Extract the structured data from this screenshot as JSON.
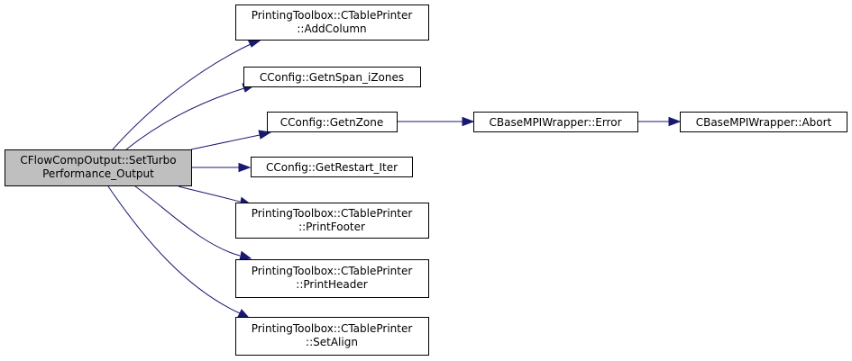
{
  "colors": {
    "root_fill": "#bfbfbf",
    "node_fill": "#ffffff",
    "border": "#000000",
    "edge": "#191970"
  },
  "nodes": {
    "root": {
      "line1": "CFlowCompOutput::SetTurbo",
      "line2": "Performance_Output"
    },
    "add_column": {
      "line1": "PrintingToolbox::CTablePrinter",
      "line2": "::AddColumn"
    },
    "get_nspan": {
      "line1": "CConfig::GetnSpan_iZones"
    },
    "get_nzone": {
      "line1": "CConfig::GetnZone"
    },
    "mpi_error": {
      "line1": "CBaseMPIWrapper::Error"
    },
    "mpi_abort": {
      "line1": "CBaseMPIWrapper::Abort"
    },
    "get_restart": {
      "line1": "CConfig::GetRestart_Iter"
    },
    "print_footer": {
      "line1": "PrintingToolbox::CTablePrinter",
      "line2": "::PrintFooter"
    },
    "print_header": {
      "line1": "PrintingToolbox::CTablePrinter",
      "line2": "::PrintHeader"
    },
    "set_align": {
      "line1": "PrintingToolbox::CTablePrinter",
      "line2": "::SetAlign"
    }
  }
}
